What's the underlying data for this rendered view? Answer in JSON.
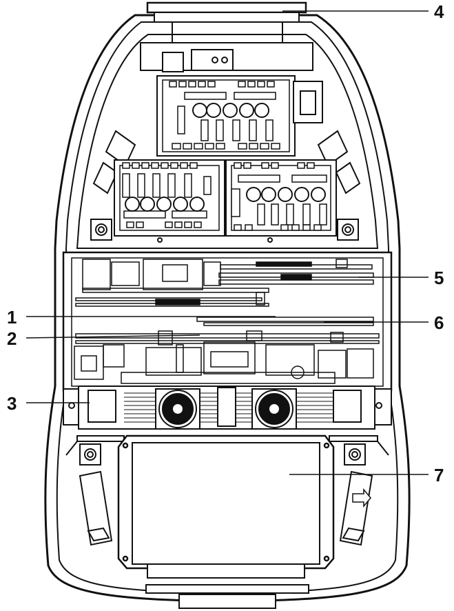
{
  "callouts": [
    {
      "id": "1",
      "label": "1"
    },
    {
      "id": "2",
      "label": "2"
    },
    {
      "id": "3",
      "label": "3"
    },
    {
      "id": "4",
      "label": "4"
    },
    {
      "id": "5",
      "label": "5"
    },
    {
      "id": "6",
      "label": "6"
    },
    {
      "id": "7",
      "label": "7"
    }
  ],
  "colors": {
    "line": "#111111",
    "background": "#ffffff",
    "fan_fill": "#000000"
  }
}
